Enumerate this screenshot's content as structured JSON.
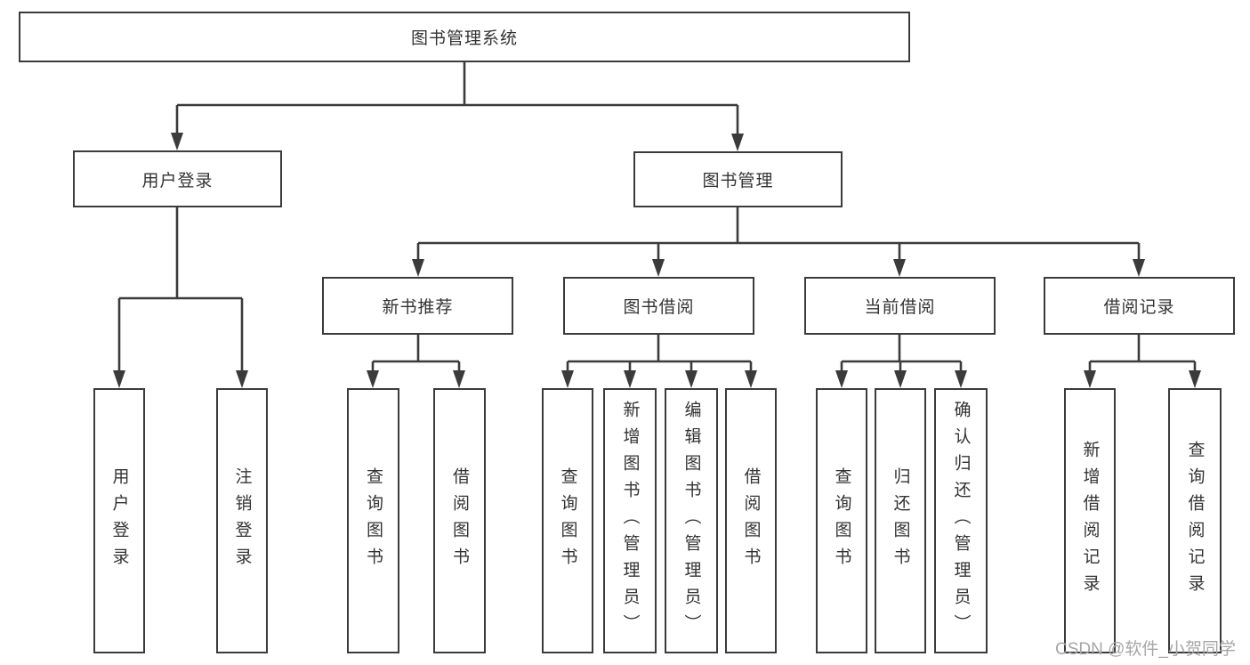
{
  "diagram": {
    "tree": {
      "label": "图书管理系统",
      "children": [
        {
          "label": "用户登录",
          "children": [
            {
              "label": "用户登录"
            },
            {
              "label": "注销登录"
            }
          ]
        },
        {
          "label": "图书管理",
          "children": [
            {
              "label": "新书推荐",
              "children": [
                {
                  "label": "查询图书"
                },
                {
                  "label": "借阅图书"
                }
              ]
            },
            {
              "label": "图书借阅",
              "children": [
                {
                  "label": "查询图书"
                },
                {
                  "label": "新增图书（管理员）"
                },
                {
                  "label": "编辑图书（管理员）"
                },
                {
                  "label": "借阅图书"
                }
              ]
            },
            {
              "label": "当前借阅",
              "children": [
                {
                  "label": "查询图书"
                },
                {
                  "label": "归还图书"
                },
                {
                  "label": "确认归还（管理员）"
                }
              ]
            },
            {
              "label": "借阅记录",
              "children": [
                {
                  "label": "新增借阅记录"
                },
                {
                  "label": "查询借阅记录"
                }
              ]
            }
          ]
        }
      ]
    },
    "colors": {
      "line": "#3b3b3b",
      "text": "#333333",
      "watermark": "#a6a6a6",
      "background": "#ffffff"
    },
    "watermark": {
      "text": "CSDN @软件_小贺同学"
    }
  }
}
